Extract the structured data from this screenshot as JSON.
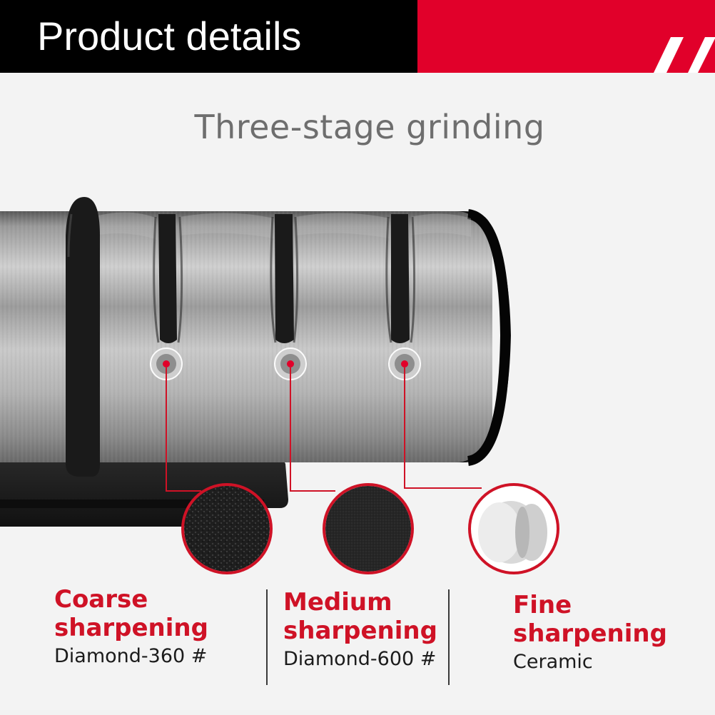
{
  "header": {
    "title": "Product details",
    "colors": {
      "left": "#000000",
      "right": "#e1002a",
      "title_text": "#ffffff"
    }
  },
  "subtitle": "Three-stage grinding",
  "stages": [
    {
      "name_line1": "Coarse",
      "name_line2": "sharpening",
      "spec": "Diamond-360 #",
      "swatch": "dark-coarse-texture"
    },
    {
      "name_line1": "Medium",
      "name_line2": "sharpening",
      "spec": "Diamond-600 #",
      "swatch": "dark-fine-texture"
    },
    {
      "name_line1": "Fine",
      "name_line2": "sharpening",
      "spec": "Ceramic",
      "swatch": "white-ceramic-wheel"
    }
  ],
  "accent_color": "#cf1226"
}
